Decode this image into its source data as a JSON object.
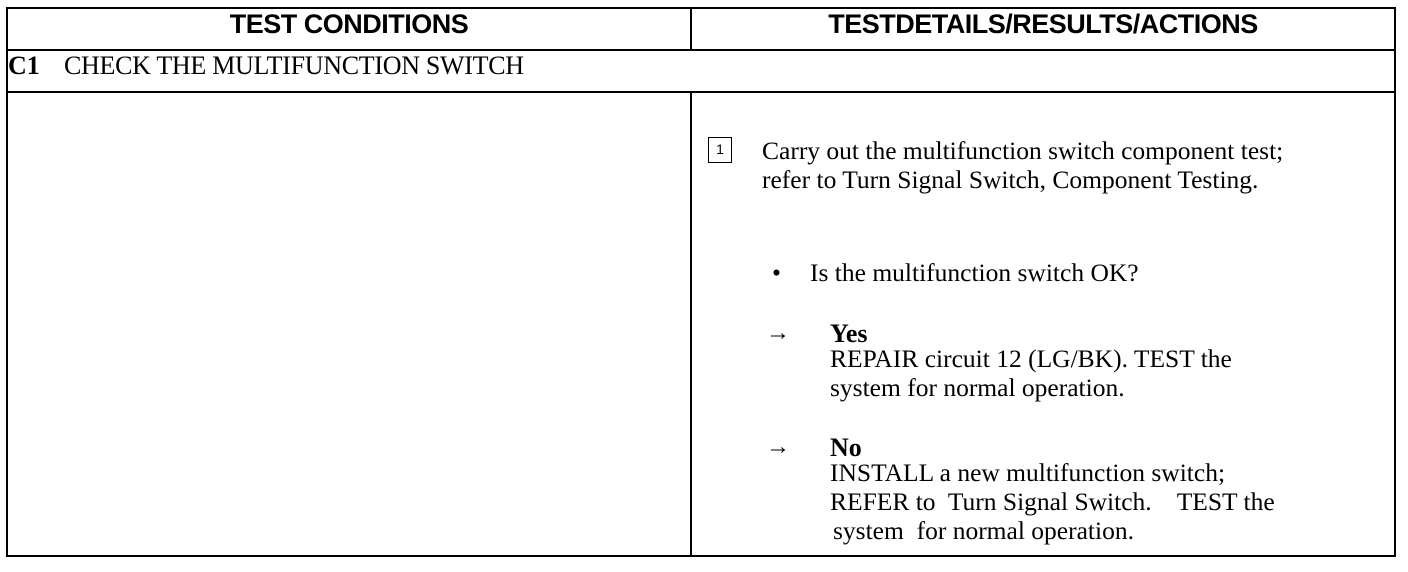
{
  "header": {
    "left": "TEST CONDITIONS",
    "right": "TESTDETAILS/RESULTS/ACTIONS"
  },
  "section": {
    "id": "C1",
    "title": "CHECK THE MULTIFUNCTION SWITCH"
  },
  "step": {
    "number": "1",
    "instruction": {
      "line1": "Carry out the multifunction switch component test;",
      "line2": "refer to Turn Signal Switch, Component Testing."
    },
    "question": {
      "bullet": "•",
      "text": "Is the multifunction switch OK?"
    },
    "answers": [
      {
        "arrow": "→",
        "label": "Yes",
        "lines": [
          "REPAIR circuit 12 (LG/BK). TEST the",
          "system for normal operation."
        ]
      },
      {
        "arrow": "→",
        "label": "No",
        "lines": [
          "INSTALL a new multifunction switch;",
          "REFER to  Turn Signal Switch.    TEST the",
          "system  for normal operation."
        ]
      }
    ]
  }
}
